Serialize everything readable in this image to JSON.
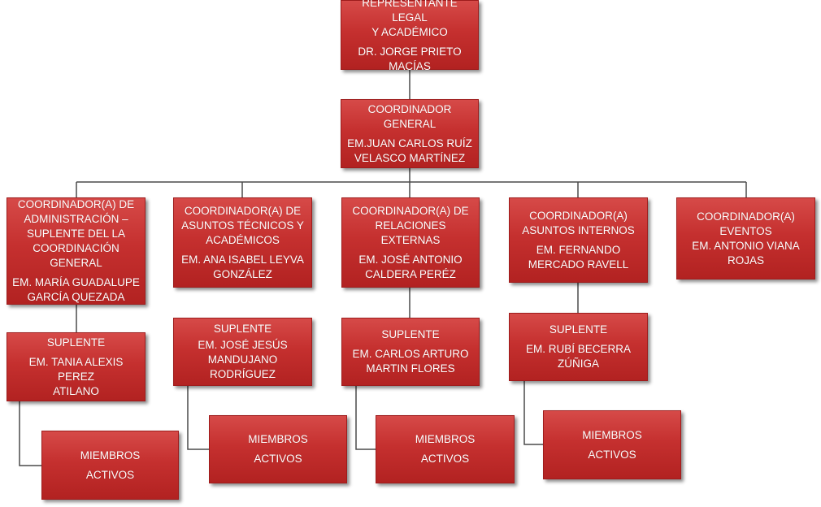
{
  "nodes": {
    "legal": {
      "title": "REPRESENTANTE LEGAL\nY ACADÉMICO",
      "name": "DR. JORGE PRIETO\nMACÍAS"
    },
    "general": {
      "title": "COORDINADOR\nGENERAL",
      "name": "EM.JUAN CARLOS RUÍZ\nVELASCO MARTÍNEZ"
    },
    "admin": {
      "title": "COORDINADOR(A) DE\nADMINISTRACIÓN –\nSUPLENTE DEL LA\nCOORDINACIÓN\nGENERAL",
      "name": "EM. MARÍA GUADALUPE\nGARCÍA QUEZADA"
    },
    "tecnicos": {
      "title": "COORDINADOR(A) DE\nASUNTOS TÉCNICOS Y\nACADÉMICOS",
      "name": "EM. ANA ISABEL LEYVA\nGONZÁLEZ"
    },
    "relaciones": {
      "title": "COORDINADOR(A) DE\nRELACIONES EXTERNAS",
      "name": "EM. JOSÉ ANTONIO\nCALDERA PERÉZ"
    },
    "internos": {
      "title": "COORDINADOR(A)\nASUNTOS INTERNOS",
      "name": "EM. FERNANDO\nMERCADO RAVELL"
    },
    "eventos": {
      "title": "COORDINADOR(A)\nEVENTOS\nEM. ANTONIO VIANA\nROJAS"
    },
    "suplente_admin": {
      "title": "SUPLENTE",
      "name": "EM. TANIA ALEXIS PEREZ\nATILANO"
    },
    "suplente_tecnicos": {
      "title": "SUPLENTE",
      "name": "EM. JOSÉ JESÚS\nMANDUJANO\nRODRÍGUEZ"
    },
    "suplente_relaciones": {
      "title": "SUPLENTE",
      "name": "EM. CARLOS ARTURO\nMARTIN FLORES"
    },
    "suplente_internos": {
      "title": "SUPLENTE",
      "name": "EM. RUBÍ BECERRA\nZÚÑIGA"
    },
    "miembros_1": {
      "title": "MIEMBROS\nACTIVOS"
    },
    "miembros_2": {
      "title": "MIEMBROS\nACTIVOS"
    },
    "miembros_3": {
      "title": "MIEMBROS\nACTIVOS"
    },
    "miembros_4": {
      "title": "MIEMBROS\nACTIVOS"
    }
  },
  "colors": {
    "box_fill": "#c5302f",
    "box_border": "#9e1c1c",
    "connector": "#4a4a4a",
    "text": "#ffffff"
  }
}
